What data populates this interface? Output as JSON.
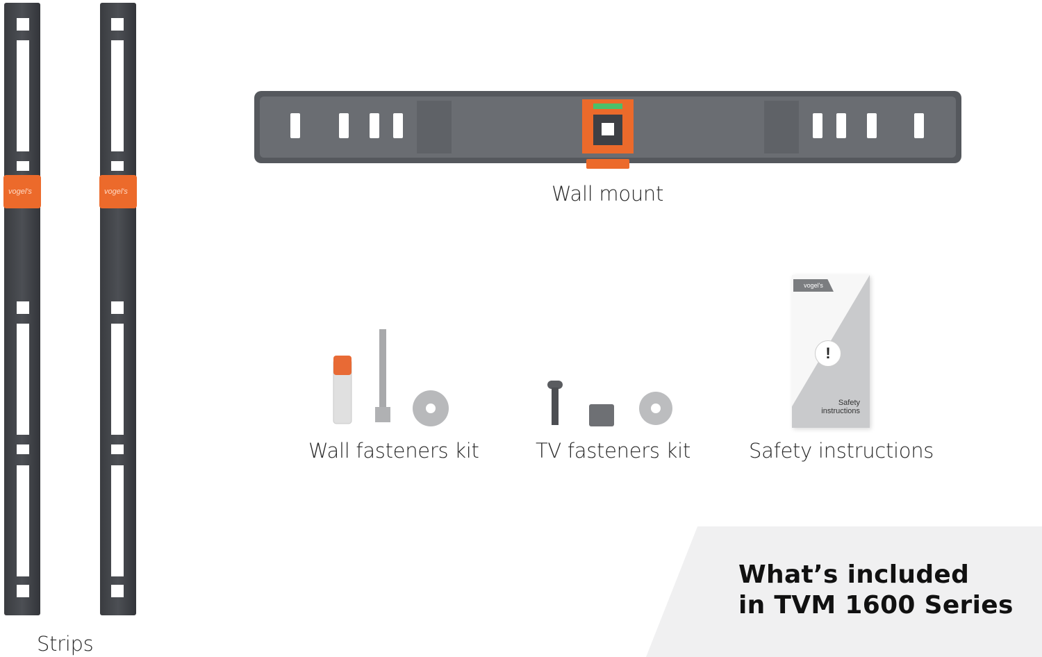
{
  "items": {
    "wall_mount": "Wall mount",
    "wall_fasteners": "Wall fasteners kit",
    "tv_fasteners": "TV fasteners kit",
    "safety": "Safety instructions",
    "strips": "Strips"
  },
  "headline": {
    "line1": "What’s included",
    "line2": "in TVM 1600 Series"
  },
  "leaflet": {
    "logo": "vogel's",
    "mark": "!",
    "text_line1": "Safety",
    "text_line2": "instructions"
  },
  "brand_tag": "vogel's",
  "colors": {
    "accent": "#ec6a2b",
    "metal": "#4a4d52",
    "panel": "#f0f0f1"
  }
}
